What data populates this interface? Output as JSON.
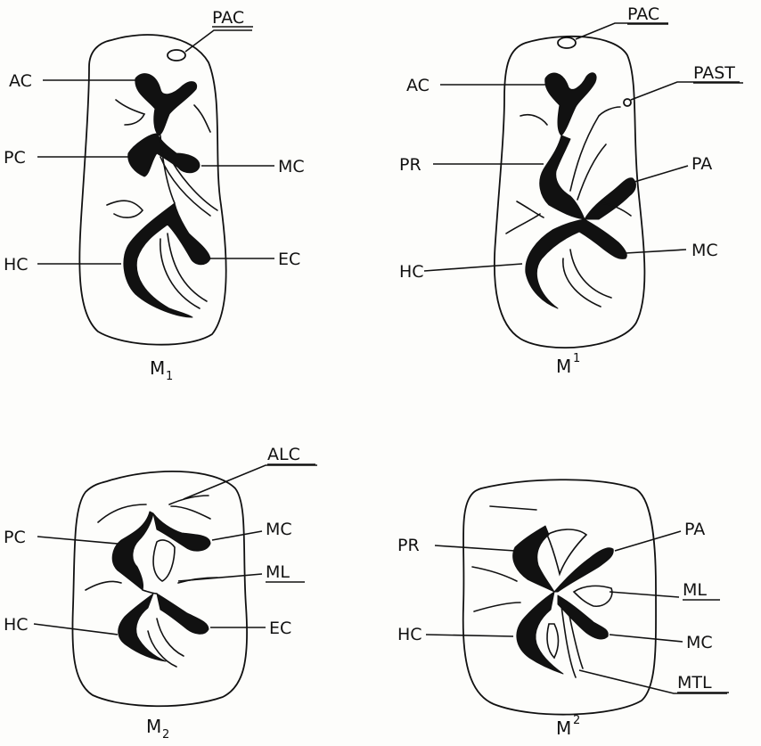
{
  "panels": [
    {
      "id": "m1",
      "caption": "M",
      "caption_sub": "1",
      "labels": [
        "PAC",
        "AC",
        "PC",
        "MC",
        "HC",
        "EC"
      ]
    },
    {
      "id": "m1-upper",
      "caption": "M",
      "caption_sup": "1",
      "labels": [
        "PAC",
        "AC",
        "PAST",
        "PR",
        "PA",
        "HC",
        "MC"
      ]
    },
    {
      "id": "m2",
      "caption": "M",
      "caption_sub": "2",
      "labels": [
        "ALC",
        "PC",
        "MC",
        "ML",
        "HC",
        "EC"
      ]
    },
    {
      "id": "m2-upper",
      "caption": "M",
      "caption_sup": "2",
      "labels": [
        "PR",
        "PA",
        "ML",
        "HC",
        "MC",
        "MTL"
      ]
    }
  ]
}
